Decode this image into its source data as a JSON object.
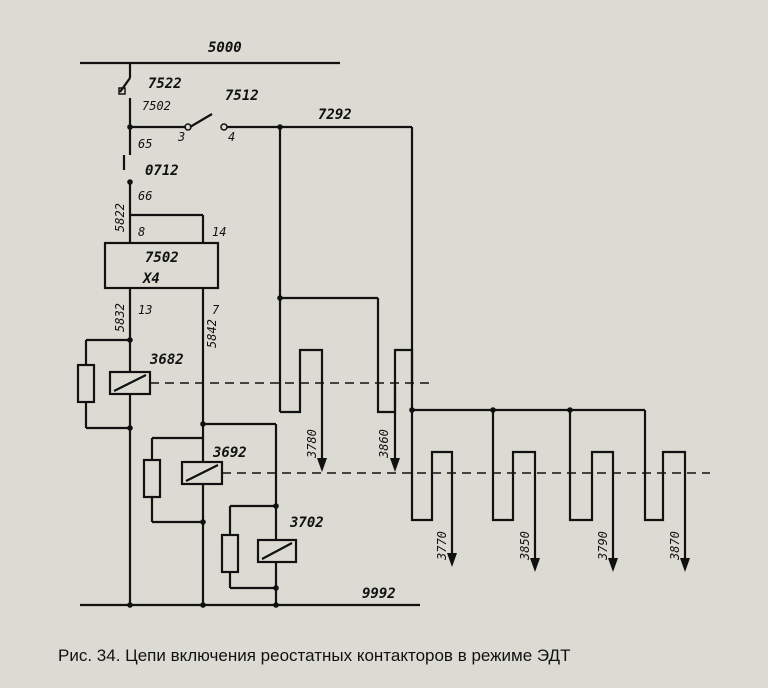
{
  "schematic": {
    "wires": {
      "top_bus": "5000",
      "bottom_bus": "9992",
      "right_feed": "7292",
      "after_switch": "7502",
      "w65": "65",
      "w66": "66",
      "w5822": "5822",
      "w5832": "5832",
      "w5842": "5842"
    },
    "devices": {
      "switch_top": "7522",
      "switch_side": "7512",
      "switch_side_pin_left": "3",
      "switch_side_pin_right": "4",
      "switch_mid": "0712",
      "relay_block_line1": "7502",
      "relay_block_line2": "X4",
      "pin8": "8",
      "pin14": "14",
      "pin13": "13",
      "pin7": "7",
      "coil_a": "3682",
      "coil_b": "3692",
      "coil_c": "3702"
    },
    "contactors": {
      "c1": "3780",
      "c2": "3860",
      "c3": "3770",
      "c4": "3850",
      "c5": "3790",
      "c6": "3870"
    }
  },
  "caption": "Рис. 34. Цепи включения реостатных контакторов в режиме ЭДТ"
}
